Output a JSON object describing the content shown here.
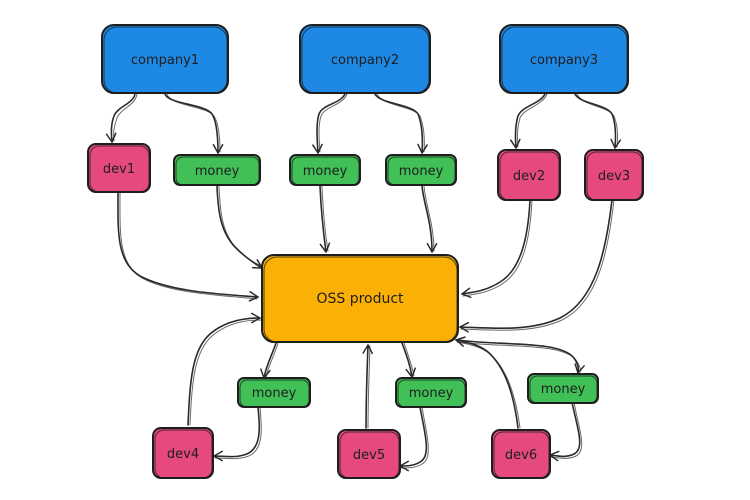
{
  "colors": {
    "company": "#1e88e5",
    "dev": "#e64980",
    "money": "#40c057",
    "product": "#fab005",
    "stroke": "#1e1e1e"
  },
  "nodes": {
    "company1": "company1",
    "company2": "company2",
    "company3": "company3",
    "dev1": "dev1",
    "dev2": "dev2",
    "dev3": "dev3",
    "dev4": "dev4",
    "dev5": "dev5",
    "dev6": "dev6",
    "money": "money",
    "product": "OSS product"
  }
}
